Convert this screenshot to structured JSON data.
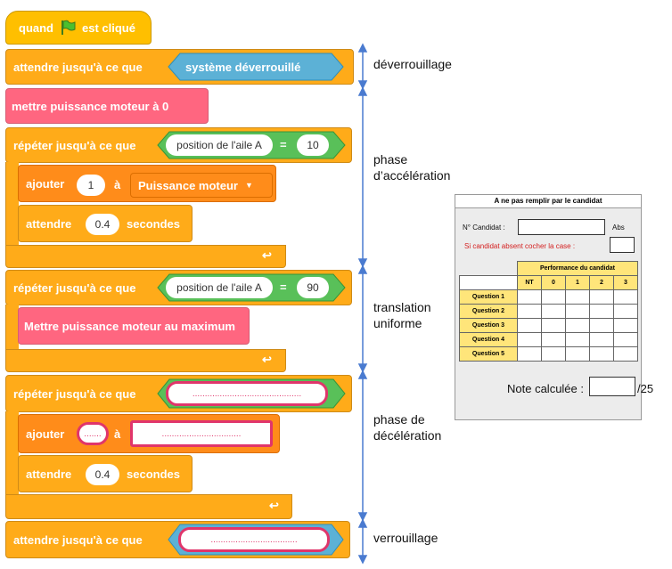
{
  "blocks": {
    "when_flag": {
      "prefix": "quand",
      "suffix": "est cliqué"
    },
    "wait_unlock": {
      "label": "attendre jusqu'à ce que",
      "condition": "système déverrouillé"
    },
    "set_power": {
      "label": "mettre puissance moteur à 0"
    },
    "repeat1": {
      "label": "répéter jusqu'à ce que",
      "reporter": "position de l'aile A",
      "operator": "=",
      "value": "10"
    },
    "add1": {
      "label": "ajouter",
      "value": "1",
      "to": "à",
      "variable": "Puissance moteur"
    },
    "wait1": {
      "label": "attendre",
      "value": "0.4",
      "unit": "secondes"
    },
    "repeat2": {
      "label": "répéter jusqu'à ce que",
      "reporter": "position de l'aile A",
      "operator": "=",
      "value": "90"
    },
    "max_power": {
      "label": "Mettre puissance moteur au maximum"
    },
    "repeat3": {
      "label": "répéter jusqu'à ce que",
      "blank": "............................................"
    },
    "add3": {
      "label": "ajouter",
      "blank_value": ".......",
      "to": "à",
      "blank_var": "................................"
    },
    "wait3": {
      "label": "attendre",
      "value": "0.4",
      "unit": "secondes"
    },
    "wait_lock": {
      "label": "attendre jusqu'à ce que",
      "blank": "..................................."
    }
  },
  "phases": {
    "unlock": "déverrouillage",
    "accel": "phase\nd’accélération",
    "uniform": "translation\nuniforme",
    "decel": "phase de\ndécélération",
    "lock": "verrouillage"
  },
  "form": {
    "header": "A ne pas remplir par le candidat",
    "candidate_no": "N° Candidat :",
    "abs": "Abs",
    "absent_note": "Si candidat absent cocher la case :",
    "perf_title": "Performance du candidat",
    "cols": [
      "NT",
      "0",
      "1",
      "2",
      "3"
    ],
    "rows": [
      "Question 1",
      "Question 2",
      "Question 3",
      "Question 4",
      "Question 5"
    ],
    "note_label": "Note calculée :",
    "note_max": "/25"
  },
  "colors": {
    "control": "#ffab19",
    "event": "#ffbf00",
    "sensing": "#5cb1d6",
    "operator": "#59c059",
    "custom": "#ff6680",
    "variable": "#ff8c1a",
    "arrow": "#4a7bd0"
  }
}
